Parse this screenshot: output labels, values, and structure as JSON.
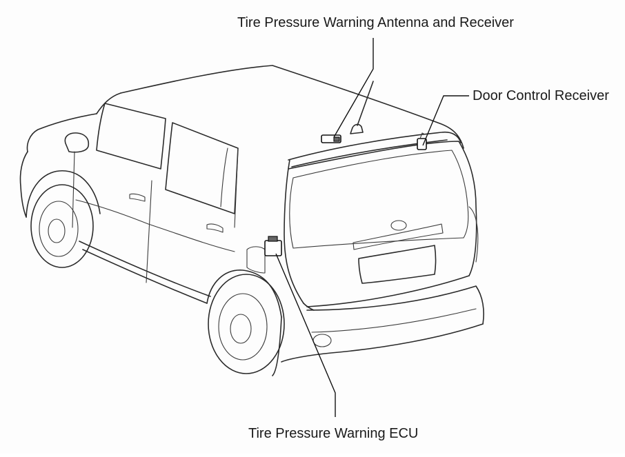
{
  "callouts": {
    "antenna": "Tire Pressure Warning Antenna and Receiver",
    "door_receiver": "Door Control Receiver",
    "ecu": "Tire Pressure Warning ECU"
  }
}
